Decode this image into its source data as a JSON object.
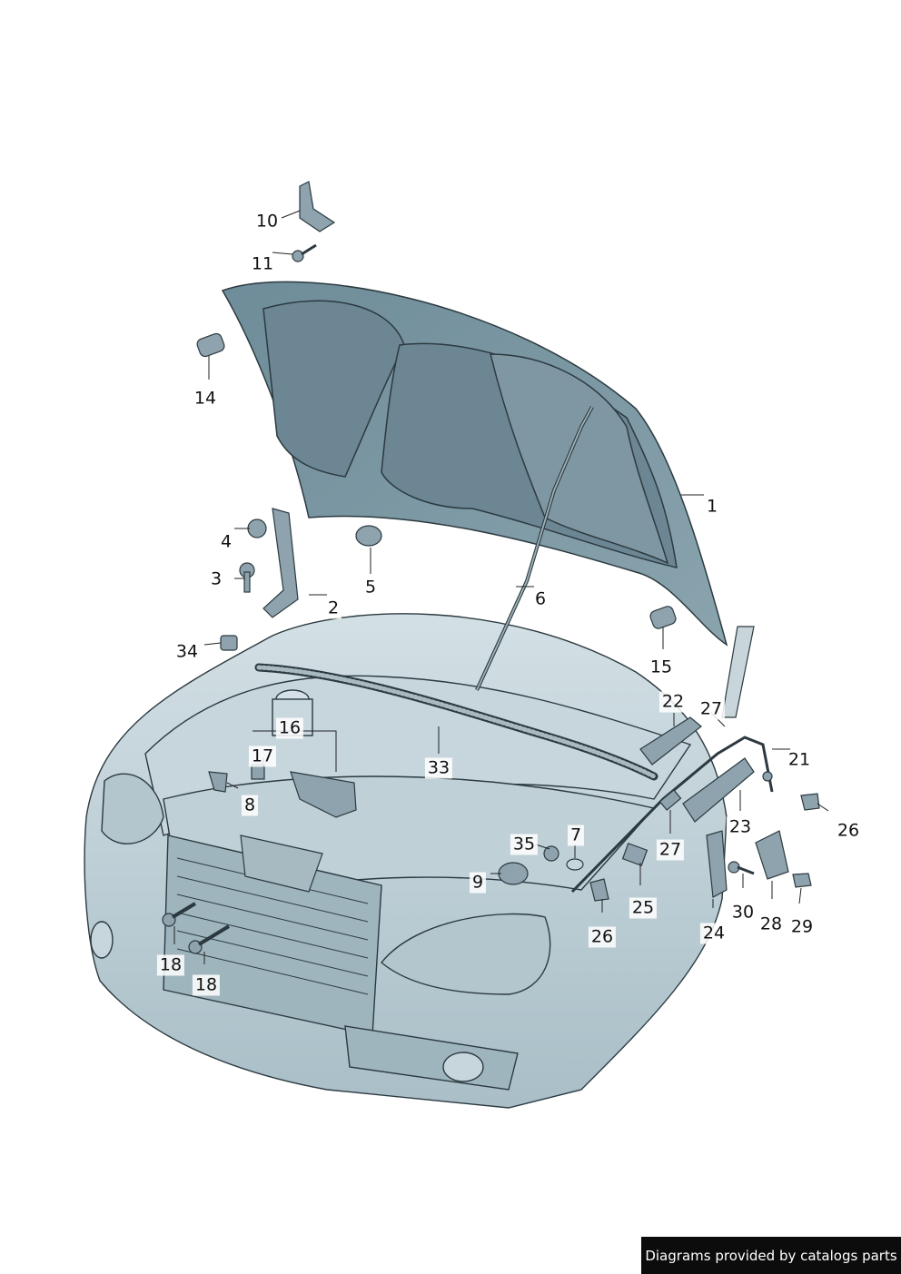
{
  "diagram": {
    "callouts": [
      {
        "id": "callout-1",
        "label": "1"
      },
      {
        "id": "callout-2",
        "label": "2"
      },
      {
        "id": "callout-3",
        "label": "3"
      },
      {
        "id": "callout-4",
        "label": "4"
      },
      {
        "id": "callout-5",
        "label": "5"
      },
      {
        "id": "callout-6",
        "label": "6"
      },
      {
        "id": "callout-7",
        "label": "7"
      },
      {
        "id": "callout-8",
        "label": "8"
      },
      {
        "id": "callout-9",
        "label": "9"
      },
      {
        "id": "callout-10",
        "label": "10"
      },
      {
        "id": "callout-11",
        "label": "11"
      },
      {
        "id": "callout-14",
        "label": "14"
      },
      {
        "id": "callout-15",
        "label": "15"
      },
      {
        "id": "callout-16",
        "label": "16"
      },
      {
        "id": "callout-17",
        "label": "17"
      },
      {
        "id": "callout-18a",
        "label": "18"
      },
      {
        "id": "callout-18b",
        "label": "18"
      },
      {
        "id": "callout-21",
        "label": "21"
      },
      {
        "id": "callout-22",
        "label": "22"
      },
      {
        "id": "callout-23",
        "label": "23"
      },
      {
        "id": "callout-24",
        "label": "24"
      },
      {
        "id": "callout-25",
        "label": "25"
      },
      {
        "id": "callout-26a",
        "label": "26"
      },
      {
        "id": "callout-26b",
        "label": "26"
      },
      {
        "id": "callout-27a",
        "label": "27"
      },
      {
        "id": "callout-27b",
        "label": "27"
      },
      {
        "id": "callout-28",
        "label": "28"
      },
      {
        "id": "callout-29",
        "label": "29"
      },
      {
        "id": "callout-30",
        "label": "30"
      },
      {
        "id": "callout-33",
        "label": "33"
      },
      {
        "id": "callout-34",
        "label": "34"
      },
      {
        "id": "callout-35",
        "label": "35"
      }
    ]
  },
  "credit": "Diagrams provided by catalogs parts",
  "colors": {
    "panel": "#b9ccd4",
    "panel_dark": "#7f9aa6",
    "outline": "#2c3a40",
    "part": "#8ea3ad"
  }
}
